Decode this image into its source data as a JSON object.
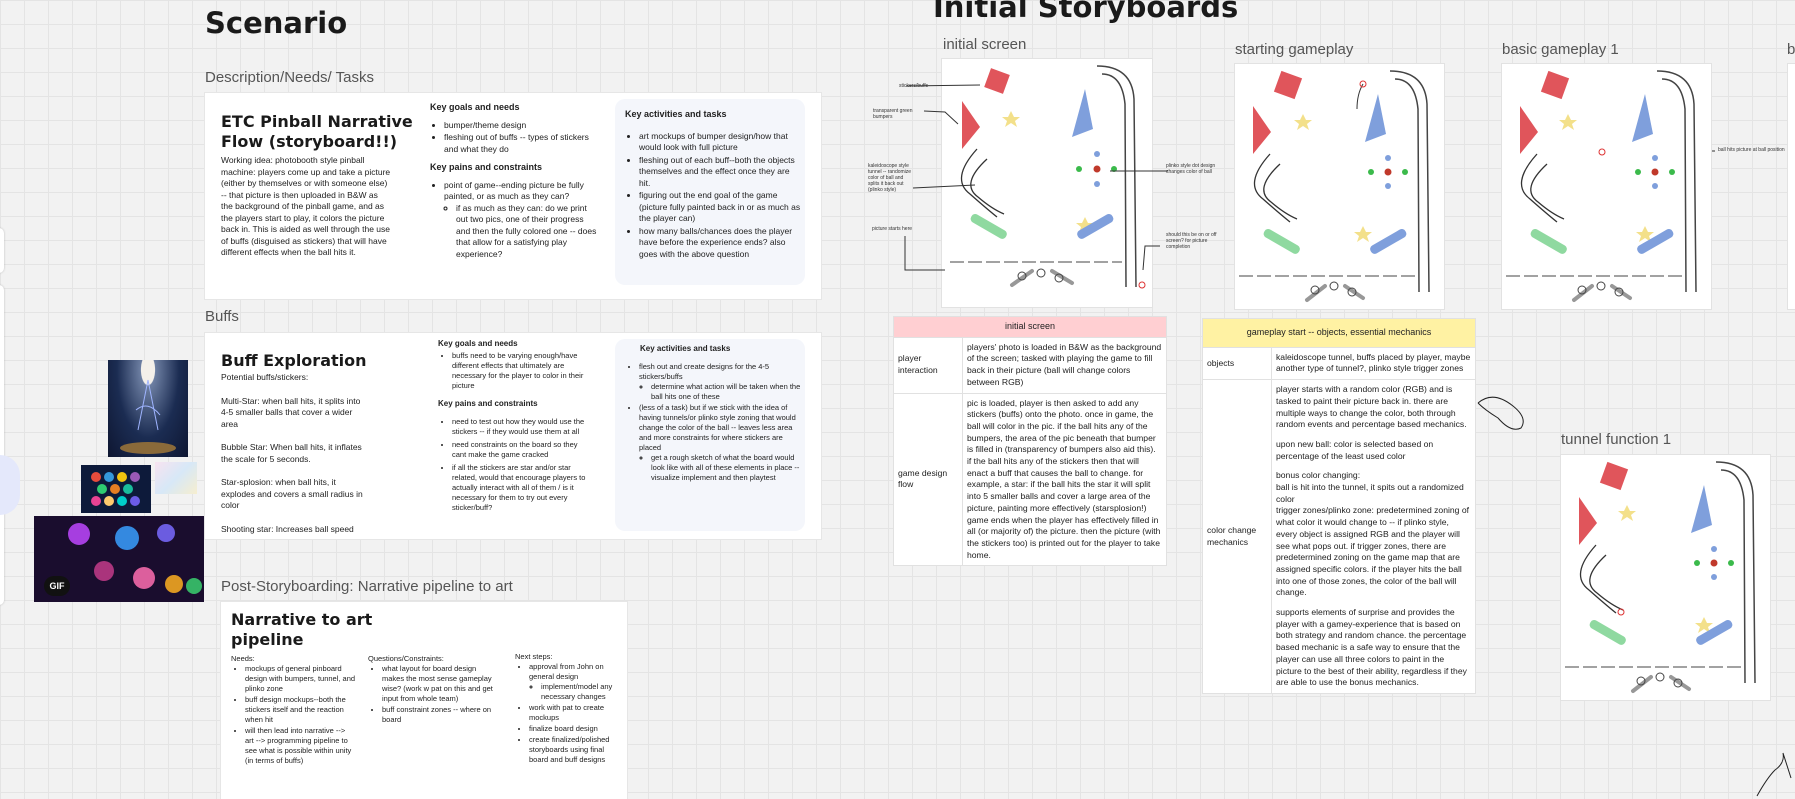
{
  "scenario": {
    "title": "Scenario",
    "section_label": "Description/Needs/ Tasks",
    "card_title": "ETC Pinball Narrative Flow (storyboard!!)",
    "description": "Working idea: photobooth style pinball machine: players come up and take a picture (either by themselves or with someone else) -- that picture is then uploaded in B&W as the background of the pinball game, and as the players start to play, it colors the picture back in. This is aided as well through the use of buffs (disguised as stickers) that will have different effects when the ball hits it.",
    "goals_heading": "Key goals and needs",
    "goals": [
      "bumper/theme design",
      "fleshing out of buffs -- types of stickers and what they do"
    ],
    "pains_heading": "Key pains and constraints",
    "pains": [
      "point of game--ending picture be fully painted, or as much as they can?"
    ],
    "pains_sub": [
      "if as much as they can: do we print out two pics, one of their progress and then the fully colored one -- does that allow for a satisfying play experience?"
    ],
    "activities_heading": "Key activities and tasks",
    "activities": [
      "art mockups of bumper design/how that would look with full picture",
      "fleshing out of each buff--both the objects themselves and the effect once they are hit.",
      "figuring out the end goal of the game (picture fully painted back in or as much as the player can)",
      "how many balls/chances does the player have before the experience ends? also goes with the above question"
    ]
  },
  "buffs": {
    "section_label": "Buffs",
    "card_title": "Buff Exploration",
    "intro": "Potential buffs/stickers:",
    "items": [
      "Multi-Star: when ball hits, it splits into 4-5 smaller balls that cover a wider area",
      "Bubble Star: When ball hits, it inflates the scale for 5 seconds.",
      "Star-splosion: when ball hits, it explodes and covers a small radius in color",
      "Shooting star: Increases ball speed"
    ],
    "goals_heading": "Key goals and needs",
    "goals": [
      "buffs need to be varying enough/have different effects that ultimately are necessary for the player to color in their picture"
    ],
    "pains_heading": "Key pains and constraints",
    "pains": [
      "need to test out how they would use the stickers -- if they would use them at all",
      "need constraints on the board so they cant make the game cracked",
      "if all the stickers are star and/or star related, would that encourage players to actually interact with all of them / is it necessary for them to try out every sticker/buff?"
    ],
    "activities_heading": "Key activities and tasks",
    "act1": "flesh out and create designs for the 4-5 stickers/buffs",
    "act1_sub": "determine what action will be taken when the ball hits one of these",
    "act2": "(less of a task) but if we stick with the idea of having tunnels/or plinko style zoning that would change the color of the ball -- leaves less area and more constraints for where stickers are placed",
    "act2_sub": "get a rough sketch of what the board would look like with all of these elements in place -- visualize implement and then playtest",
    "gif_label": "GIF"
  },
  "post": {
    "section_label": "Post-Storyboarding: Narrative pipeline to art",
    "card_title": "Narrative to art pipeline",
    "needs_heading": "Needs:",
    "needs": [
      "mockups of general pinboard design with bumpers, tunnel, and plinko zone",
      "buff design mockups--both the stickers itself and the reaction when hit",
      "will then lead into narrative --> art --> programming pipeline to see what is possible within unity (in terms of buffs)"
    ],
    "questions_heading": "Questions/Constraints:",
    "questions": [
      "what layout for board design makes the most sense gameplay wise? (work w pat on this and get input from whole team)",
      "buff constraint zones -- where on board"
    ],
    "next_heading": "Next steps:",
    "next1": "approval from John on general design",
    "next1_sub": "implement/model any necessary changes",
    "next_rest": [
      "work with pat to create mockups",
      "finalize board design",
      "create finalized/polished storyboards using final board and buff designs"
    ]
  },
  "storyboards": {
    "title": "Initial Storyboards",
    "frames": [
      {
        "label": "initial screen"
      },
      {
        "label": "starting gameplay"
      },
      {
        "label": "basic gameplay 1"
      },
      {
        "label": "tunnel function 1"
      }
    ],
    "next_frame_initial": "b",
    "annotations": {
      "stickers": "stickers/buffs",
      "bumpers": "transparent green bumpers",
      "kaleidoscope": "kaleidoscope style tunnel -- randomize color of ball and splits it back out (plinko style)",
      "ball_zone": "picture starts here",
      "dots": "plinko style dot design changes color of ball",
      "should": "should this be on or off screen? for picture completion",
      "hit": "ball hits picture at ball position"
    }
  },
  "table1": {
    "header": "initial screen",
    "rows": [
      {
        "label": "player interaction",
        "text": "players' photo is loaded in B&W as the background of the screen; tasked with playing the game to fill back in their picture (ball will change colors between RGB)"
      },
      {
        "label": "game design flow",
        "text": "pic is loaded, player is then asked to add any stickers (buffs) onto the photo. once in game, the ball will color in the pic. if the ball hits any of the bumpers, the area of the pic beneath that bumper is filled in (transparency of bumpers also aid this). if the ball hits any of the stickers then that will enact a buff that causes the ball to change. for example, a star: if the ball hits the star it will split into 5 smaller balls and cover a large area of the picture, painting more effectively (starsplosion!) game ends when the player has effectively filled in all (or majority of) the picture. then the picture (with the stickers too) is printed out for the player to take home."
      }
    ]
  },
  "table2": {
    "header": "gameplay start -- objects, essential mechanics",
    "objects_label": "objects",
    "objects_text": "kaleidoscope tunnel, buffs placed by player, maybe another type of tunnel?, plinko style trigger zones",
    "color_label": "color change mechanics",
    "paragraphs": [
      "player starts with a random color (RGB) and is tasked to paint their picture back in. there are multiple ways to change the color, both through random events and percentage based mechanics.",
      "upon new ball: color is selected based on percentage of the least used color",
      "bonus color changing:\nball is hit into the tunnel, it spits out a randomized color\ntrigger zones/plinko zone: predetermined zoning of what color it would change to -- if plinko style, every object is assigned RGB and the player will see what pops out. if trigger zones, there are predetermined zoning on the game map that are assigned specific colors. if the player hits the ball into one of those zones, the color of the ball will change.",
      "supports elements of surprise and provides the player with a gamey-experience that is based on both strategy and random chance. the percentage based mechanic is a safe way to ensure that the player can use all three colors to paint in the picture to the best of their ability, regardless if they are able to use the bonus mechanics."
    ]
  },
  "colors": {
    "bumper_red": "#e0555b",
    "bumper_blue": "#7f9fdc",
    "flipper_green": "#8fd9a0",
    "star_yellow": "#f3e08a",
    "header_pink": "#ffcfd2",
    "header_yellow": "#fff2a3"
  }
}
